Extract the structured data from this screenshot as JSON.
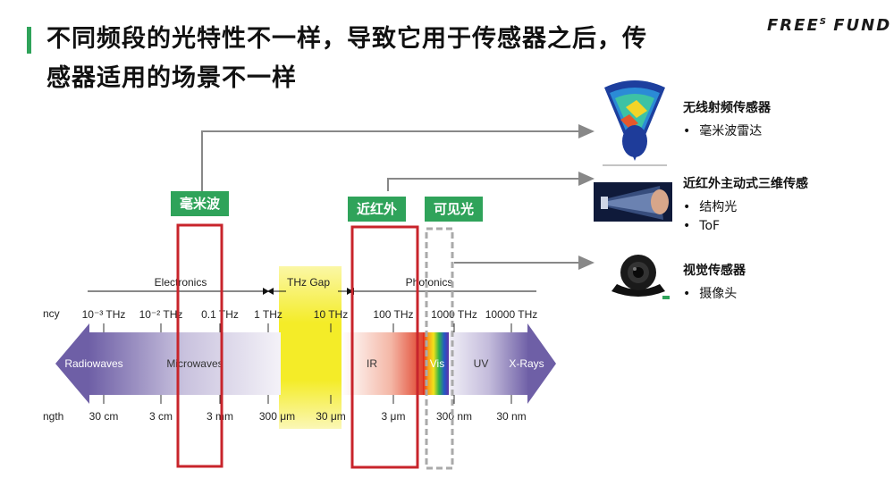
{
  "title": "不同频段的光特性不一样，导致它用于传感器之后，传感器适用的场景不一样",
  "logo": {
    "main": "FREE",
    "sup": "S",
    "tail": "FUND"
  },
  "tags": {
    "mmwave": "毫米波",
    "nir": "近红外",
    "visible": "可见光"
  },
  "spectrum": {
    "regions": {
      "electronics": "Electronics",
      "thz_gap": "THz Gap",
      "photonics": "Photonics"
    },
    "freq_row_label": "ncy",
    "freq_ticks": [
      "10⁻³ THz",
      "10⁻² THz",
      "0.1 THz",
      "1 THz",
      "10 THz",
      "100 THz",
      "1000 THz",
      "10000 THz"
    ],
    "bands": [
      "Radiowaves",
      "Microwaves",
      "IR",
      "Vis",
      "UV",
      "X-Rays"
    ],
    "wave_row_label": "ngth",
    "wave_ticks": [
      "30 cm",
      "3 cm",
      "3 mm",
      "300 μm",
      "30 μm",
      "3 μm",
      "300 nm",
      "30 nm"
    ]
  },
  "sensors": [
    {
      "title": "无线射频传感器",
      "items": [
        "毫米波雷达"
      ],
      "icon": "radar-heatmap-icon"
    },
    {
      "title": "近红外主动式三维传感",
      "items": [
        "结构光",
        "ToF"
      ],
      "icon": "face-scan-icon"
    },
    {
      "title": "视觉传感器",
      "items": [
        "摄像头"
      ],
      "icon": "camera-icon"
    }
  ],
  "colors": {
    "accent": "#2fa35a",
    "highlight_red": "#c8242b",
    "arrow": "#888888"
  }
}
